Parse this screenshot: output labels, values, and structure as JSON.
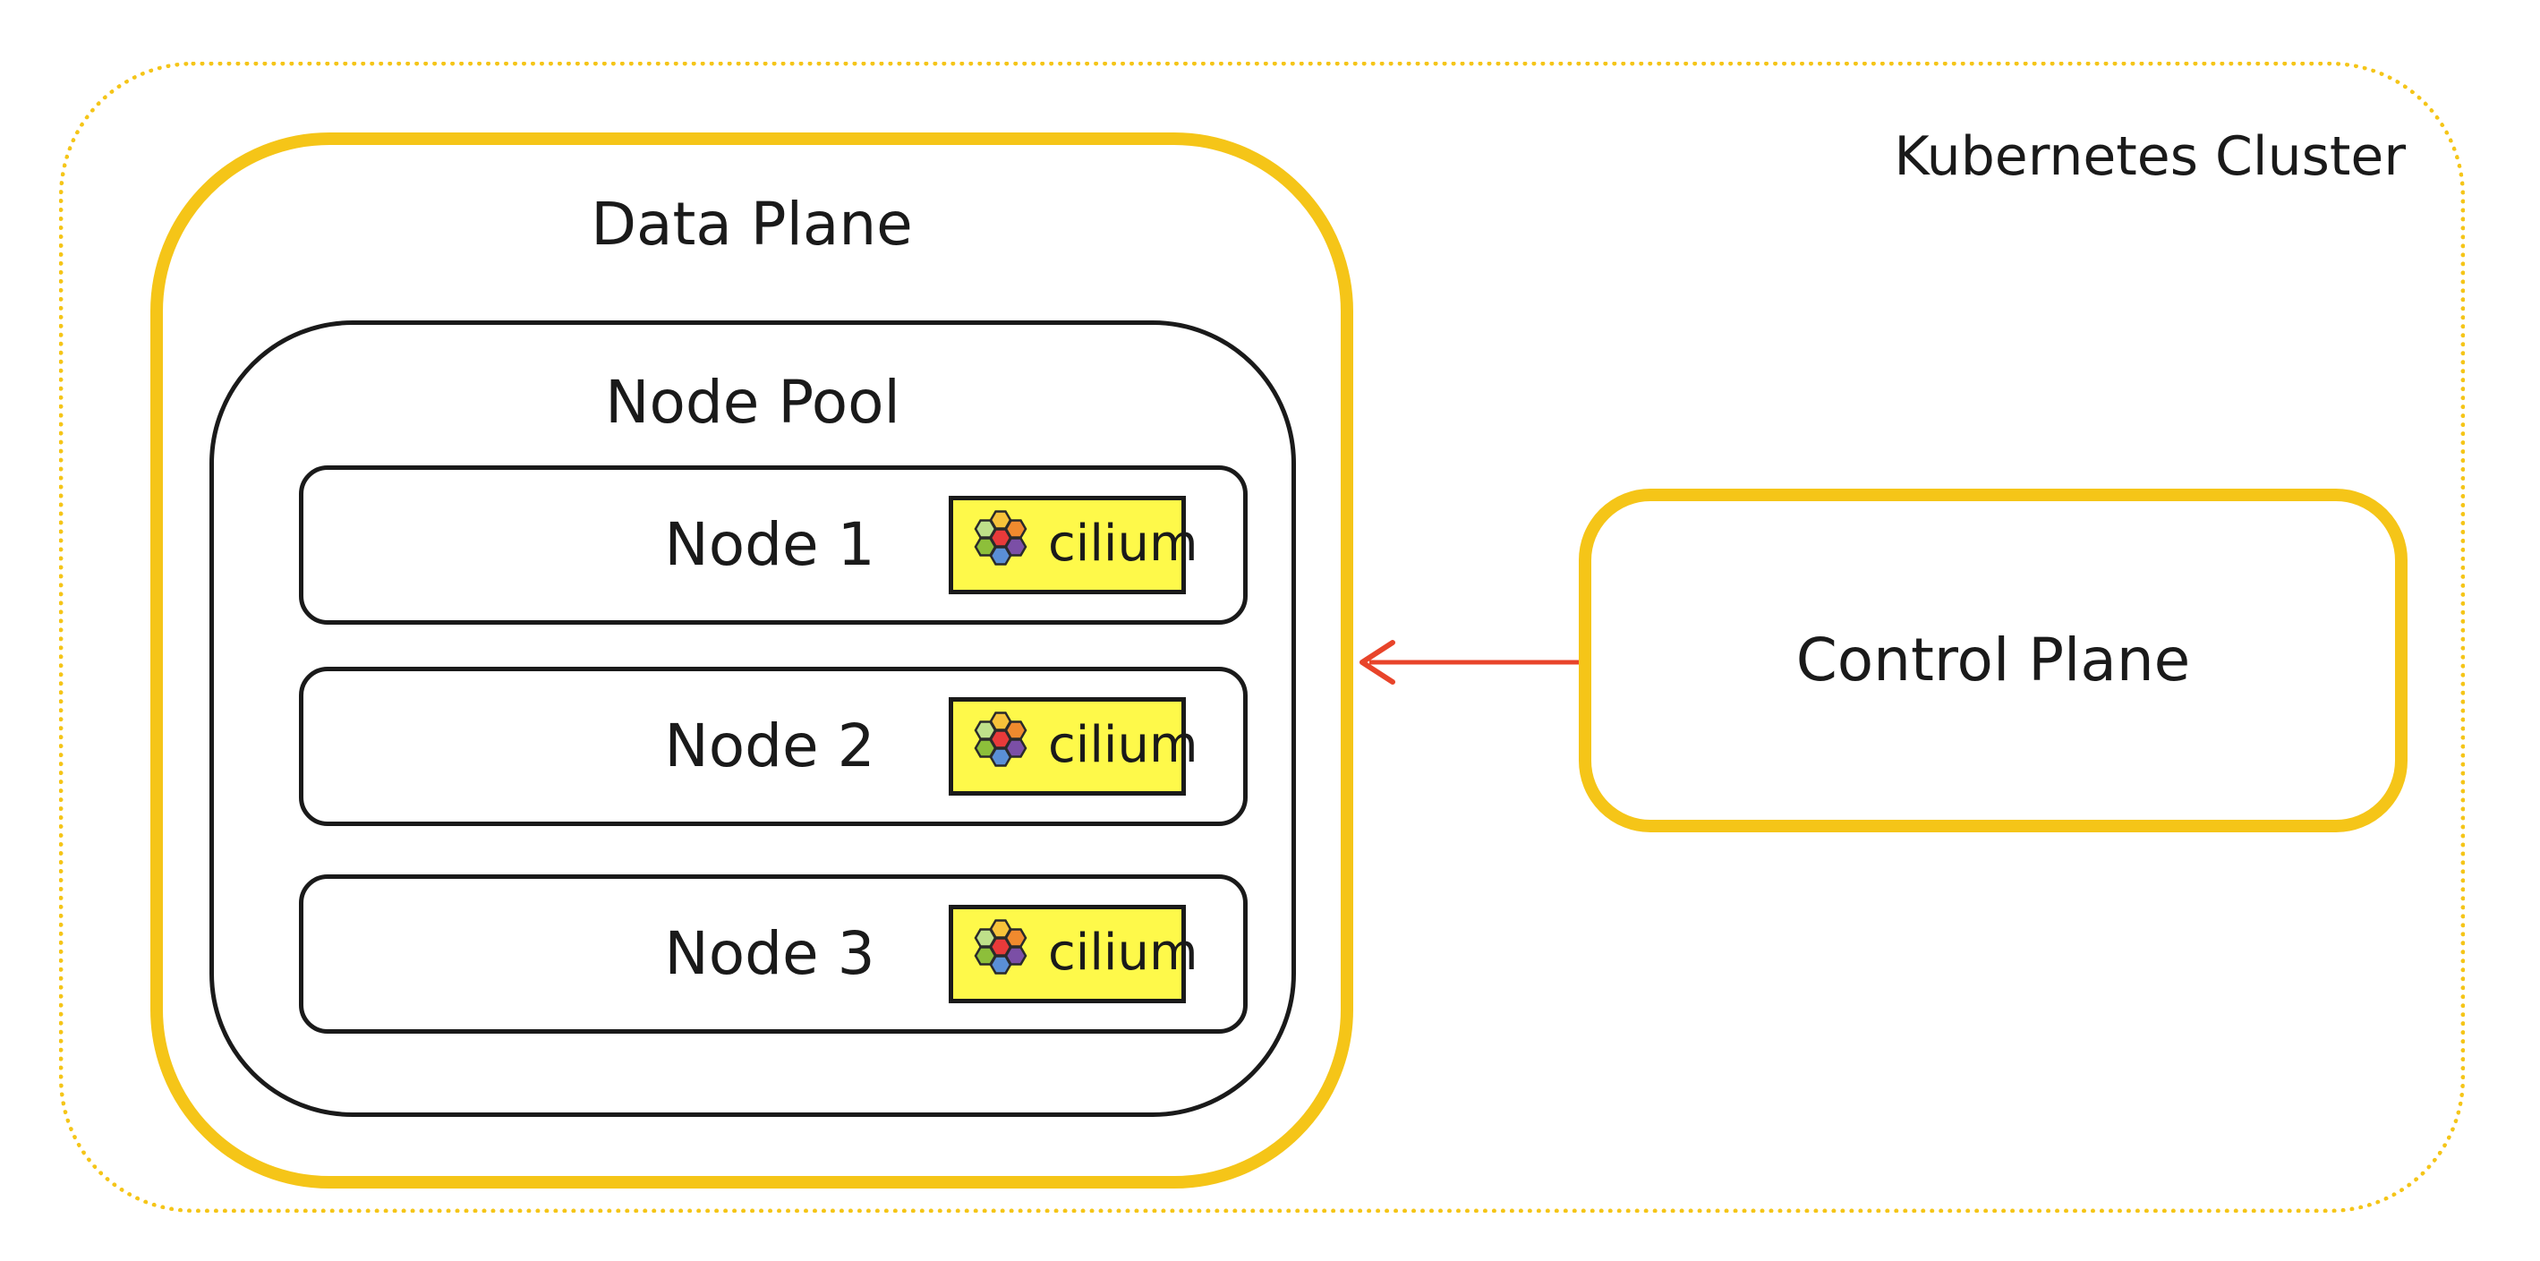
{
  "colors": {
    "accent": "#f5c518",
    "arrow": "#e8442a",
    "cilium_background": "#fef94a",
    "cilium_hex": [
      "#f7c23a",
      "#bfe08a",
      "#f08a2e",
      "#e83a3a",
      "#8dbf3a",
      "#7b4fa6",
      "#5a8fd6"
    ]
  },
  "cluster": {
    "label": "Kubernetes Cluster"
  },
  "data_plane": {
    "label": "Data Plane"
  },
  "node_pool": {
    "label": "Node Pool"
  },
  "nodes": [
    {
      "label": "Node 1",
      "badge": "cilium"
    },
    {
      "label": "Node 2",
      "badge": "cilium"
    },
    {
      "label": "Node 3",
      "badge": "cilium"
    }
  ],
  "control_plane": {
    "label": "Control Plane"
  },
  "icons": {
    "badge_logo": "cilium-hexagon-logo-icon",
    "connector": "arrow-left-icon"
  }
}
